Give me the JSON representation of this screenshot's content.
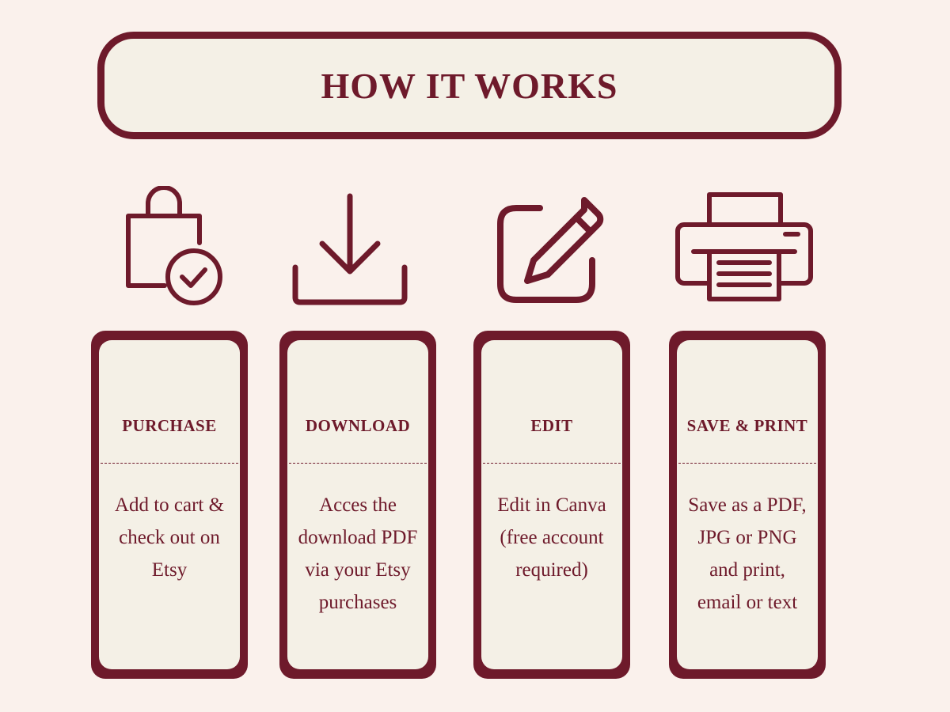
{
  "header": {
    "title": "HOW IT WORKS"
  },
  "colors": {
    "accent": "#6e1a2b",
    "card_fill": "#f4f0e6",
    "background": "#faf1ec"
  },
  "steps": [
    {
      "icon": "shopping-bag-check-icon",
      "title": "PURCHASE",
      "text": "Add to cart &\ncheck out on\nEtsy"
    },
    {
      "icon": "download-icon",
      "title": "DOWNLOAD",
      "text": "Acces the\ndownload PDF\nvia your Etsy\npurchases"
    },
    {
      "icon": "edit-pencil-icon",
      "title": "EDIT",
      "text": "Edit in Canva\n(free account\nrequired)"
    },
    {
      "icon": "printer-icon",
      "title": "SAVE & PRINT",
      "text": "Save as a PDF,\nJPG or PNG\nand print,\nemail or text"
    }
  ]
}
